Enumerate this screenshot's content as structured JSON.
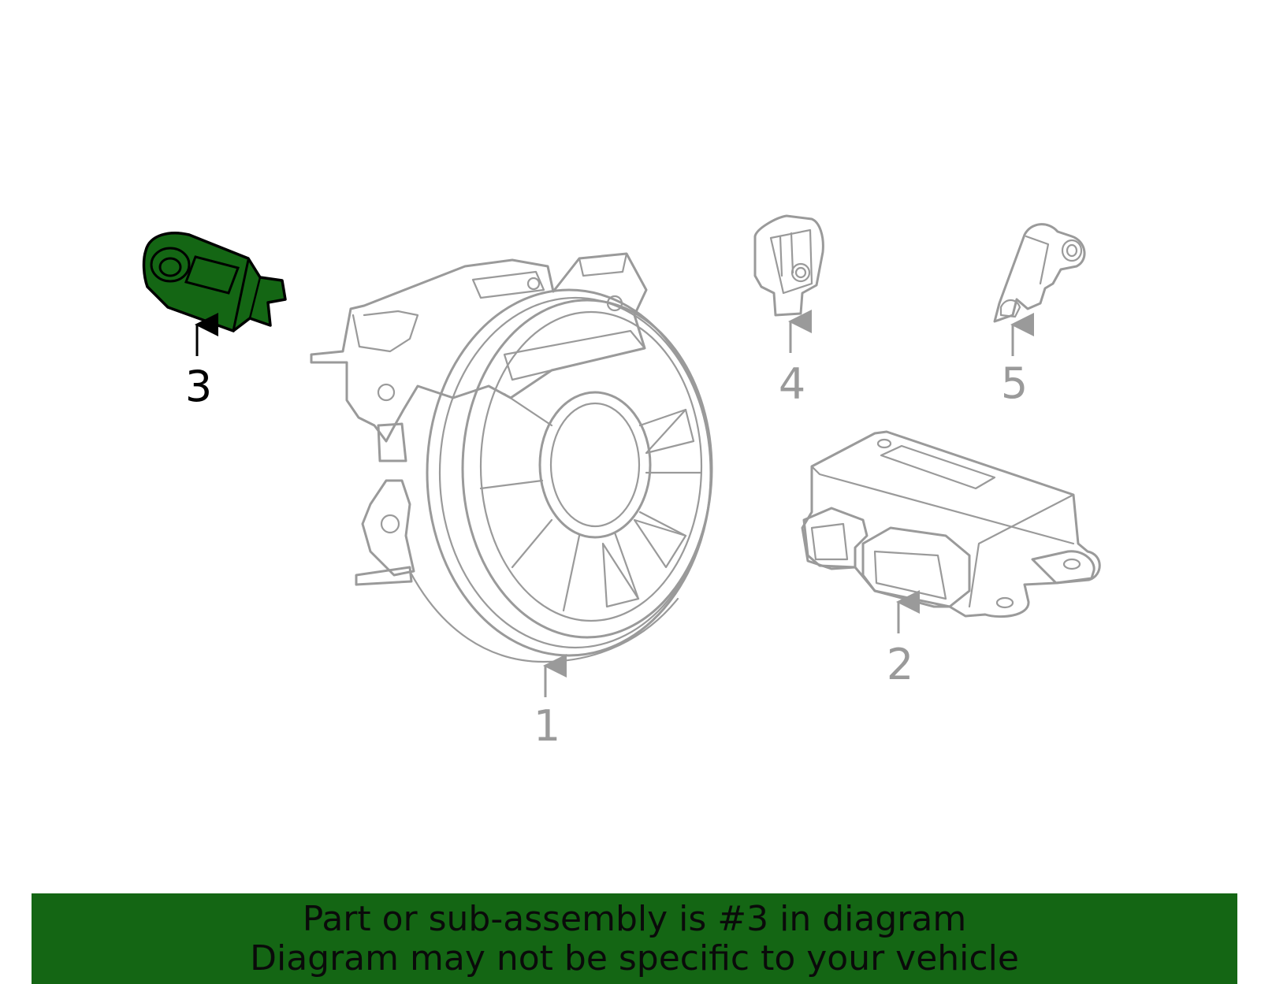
{
  "diagram": {
    "highlight_color": "#146614",
    "parts_color": "#9a9a9a",
    "callouts": [
      {
        "id": "1",
        "label": "1",
        "part": "clockspring-icon",
        "highlighted": false
      },
      {
        "id": "2",
        "label": "2",
        "part": "control-module-icon",
        "highlighted": false
      },
      {
        "id": "3",
        "label": "3",
        "part": "impact-sensor-icon",
        "highlighted": true
      },
      {
        "id": "4",
        "label": "4",
        "part": "sensor-bracket-icon",
        "highlighted": false
      },
      {
        "id": "5",
        "label": "5",
        "part": "side-sensor-icon",
        "highlighted": false
      }
    ]
  },
  "banner": {
    "line1": "Part or sub-assembly is #3 in diagram",
    "line2": "Diagram may not be specific to your vehicle",
    "background": "#146614"
  }
}
